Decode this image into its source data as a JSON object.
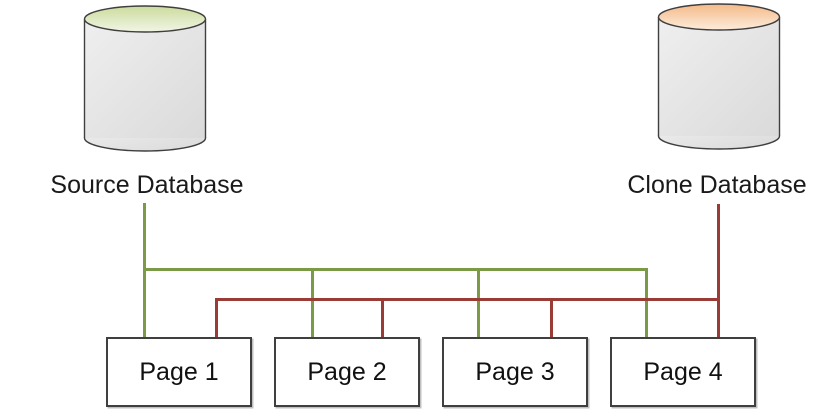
{
  "databases": {
    "source": {
      "label": "Source Database",
      "line_color": "#7a9a48",
      "top_color_dark": "#cbdc9c",
      "top_color_light": "#f1f5e6"
    },
    "clone": {
      "label": "Clone Database",
      "line_color": "#9a3c35",
      "top_color_dark": "#f4ba88",
      "top_color_light": "#fdecdc"
    }
  },
  "pages": [
    {
      "label": "Page 1"
    },
    {
      "label": "Page 2"
    },
    {
      "label": "Page 3"
    },
    {
      "label": "Page 4"
    }
  ]
}
